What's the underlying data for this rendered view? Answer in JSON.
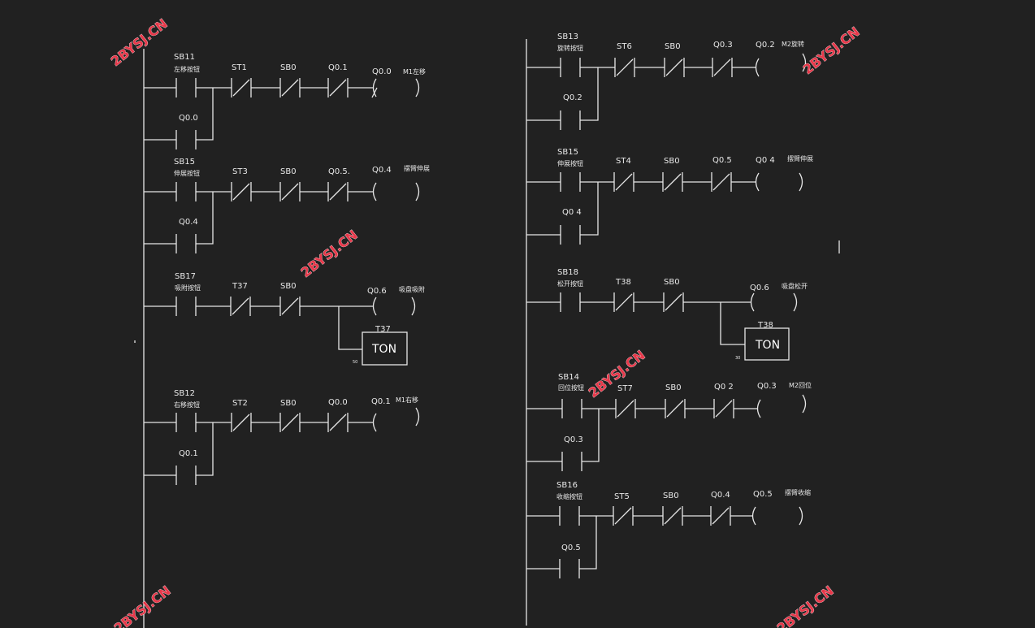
{
  "watermark": "2BYSJ.CN",
  "left": {
    "rungs": [
      {
        "input": "SB11",
        "input_desc": "左移按钮",
        "hold": "Q0.0",
        "contacts": [
          "ST1",
          "SB0",
          "Q0.1"
        ],
        "coil": "Q0.0",
        "coil_desc": "M1左移"
      },
      {
        "input": "SB15",
        "input_desc": "伸展按钮",
        "hold": "Q0.4",
        "contacts": [
          "ST3",
          "SB0",
          "Q0.5."
        ],
        "coil": "Q0.4",
        "coil_desc": "摆臂伸展"
      },
      {
        "input": "SB17",
        "input_desc": "吸附按钮",
        "contacts": [
          "T37",
          "SB0"
        ],
        "coil": "Q0.6",
        "coil_desc": "吸盘吸附",
        "timer": "T37",
        "timer_box": "TON",
        "timer_pt": "50"
      },
      {
        "input": "SB12",
        "input_desc": "右移按钮",
        "hold": "Q0.1",
        "contacts": [
          "ST2",
          "SB0",
          "Q0.0"
        ],
        "coil": "Q0.1",
        "coil_desc": "M1右移"
      }
    ]
  },
  "right": {
    "rungs": [
      {
        "input": "SB13",
        "input_desc": "旋转按钮",
        "hold": "Q0.2",
        "contacts": [
          "ST6",
          "SB0",
          "Q0.3"
        ],
        "coil": "Q0.2",
        "coil_desc": "M2旋转"
      },
      {
        "input": "SB15",
        "input_desc": "伸展按钮",
        "hold": "Q0 4",
        "contacts": [
          "ST4",
          "SB0",
          "Q0.5"
        ],
        "coil": "Q0 4",
        "coil_desc": "摆臂伸展"
      },
      {
        "input": "SB18",
        "input_desc": "松开按钮",
        "contacts": [
          "T38",
          "SB0"
        ],
        "coil": "Q0.6",
        "coil_desc": "吸盘松开",
        "timer": "T38",
        "timer_box": "TON",
        "timer_pt": "30"
      },
      {
        "input": "SB14",
        "input_desc": "回位按钮",
        "hold": "Q0.3",
        "contacts": [
          "ST7",
          "SB0",
          "Q0 2"
        ],
        "coil": "Q0.3",
        "coil_desc": "M2回位"
      },
      {
        "input": "SB16",
        "input_desc": "收缩按钮",
        "hold": "Q0.5",
        "contacts": [
          "ST5",
          "SB0",
          "Q0.4"
        ],
        "coil": "Q0.5",
        "coil_desc": "摆臂收缩"
      }
    ]
  }
}
